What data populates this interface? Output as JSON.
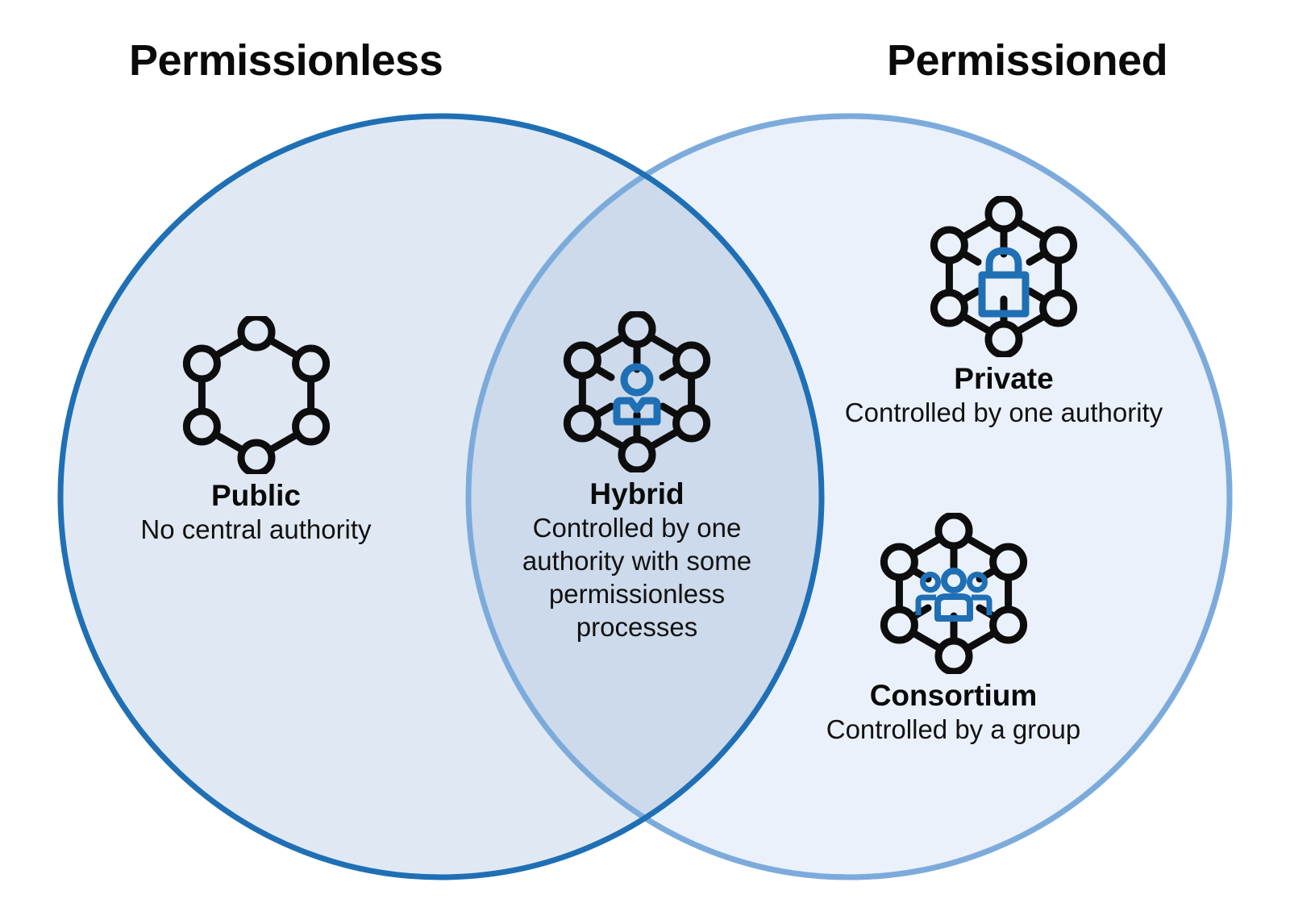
{
  "diagram": {
    "type": "venn-2-circle",
    "headings": {
      "left": "Permissionless",
      "right": "Permissioned"
    },
    "colors": {
      "left_circle_stroke": "#1f6fb5",
      "left_circle_fill": "#dfe8f3",
      "right_circle_stroke": "#7cabdb",
      "right_circle_fill": "#eaf1fa",
      "overlap_fill": "#ccdaeb",
      "icon_dark": "#0d0d0d",
      "icon_accent": "#1f6fb5",
      "background": "#ffffff"
    },
    "regions": [
      {
        "id": "public",
        "side": "left-only",
        "icon": "hexagon-nodes-icon",
        "title": "Public",
        "description": "No central authority",
        "description_lines": [
          "No central authority"
        ]
      },
      {
        "id": "hybrid",
        "side": "overlap",
        "icon": "hexagon-network-person-icon",
        "title": "Hybrid",
        "description": "Controlled by one authority with some permissionless processes",
        "description_lines": [
          "Controlled by one",
          "authority with some",
          "permissionless",
          "processes"
        ]
      },
      {
        "id": "private",
        "side": "right-only",
        "icon": "hexagon-network-lock-icon",
        "title": "Private",
        "description": "Controlled by one authority",
        "description_lines": [
          "Controlled by one authority"
        ]
      },
      {
        "id": "consortium",
        "side": "right-only",
        "icon": "hexagon-network-group-icon",
        "title": "Consortium",
        "description": "Controlled by a group",
        "description_lines": [
          "Controlled by a group"
        ]
      }
    ]
  }
}
